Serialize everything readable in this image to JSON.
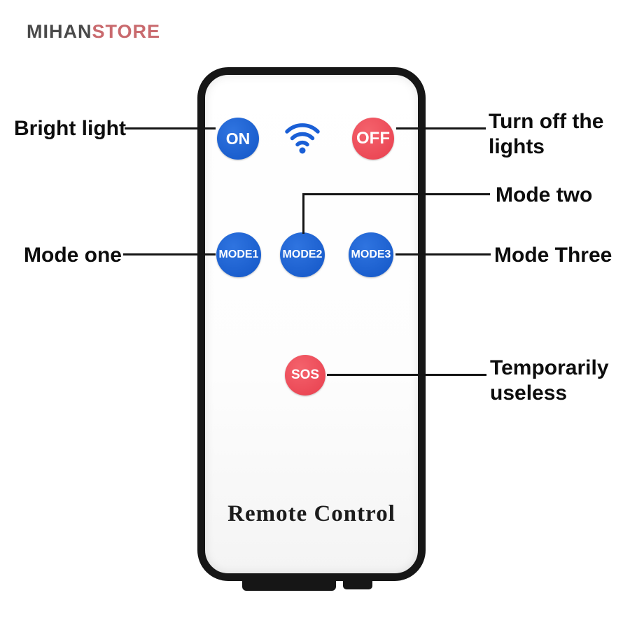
{
  "brand": {
    "part1": "MIHAN",
    "part2": "STORE"
  },
  "remote": {
    "label": "Remote Control",
    "buttons": {
      "on": "ON",
      "off": "OFF",
      "mode1": "MODE1",
      "mode2": "MODE2",
      "mode3": "MODE3",
      "sos": "SOS"
    },
    "icons": {
      "wifi": "wifi-icon"
    }
  },
  "annotations": {
    "bright_light": "Bright light",
    "turn_off_line1": "Turn off the",
    "turn_off_line2": "lights",
    "mode_two": "Mode two",
    "mode_one": "Mode one",
    "mode_three": "Mode Three",
    "temporarily_line1": "Temporarily",
    "temporarily_line2": "useless"
  },
  "colors": {
    "button_blue": "#1a5fd6",
    "button_red": "#ee4c57",
    "remote_border": "#161616",
    "annotation_text": "#0d0d0d",
    "brand_gray": "#4a4a4a",
    "brand_rose": "#c96a6e"
  }
}
